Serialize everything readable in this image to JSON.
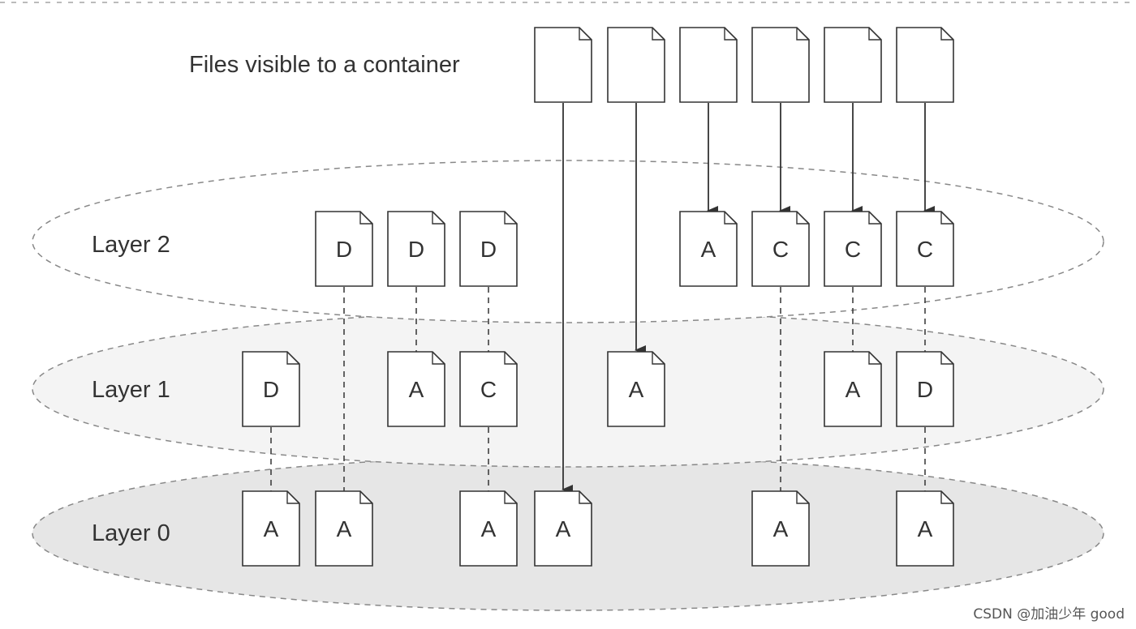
{
  "title": "Files visible to a container",
  "layers": [
    {
      "id": "layer2",
      "label": "Layer 2"
    },
    {
      "id": "layer1",
      "label": "Layer 1"
    },
    {
      "id": "layer0",
      "label": "Layer 0"
    }
  ],
  "files": {
    "top": [
      "",
      "",
      "",
      "",
      "",
      ""
    ],
    "layer2": [
      "D",
      "D",
      "D",
      "A",
      "C",
      "C",
      "C"
    ],
    "layer1": [
      "D",
      "A",
      "C",
      "A",
      "A",
      "D"
    ],
    "layer0": [
      "A",
      "A",
      "A",
      "A",
      "A",
      "A"
    ]
  },
  "watermark": "CSDN @加油少年 good"
}
